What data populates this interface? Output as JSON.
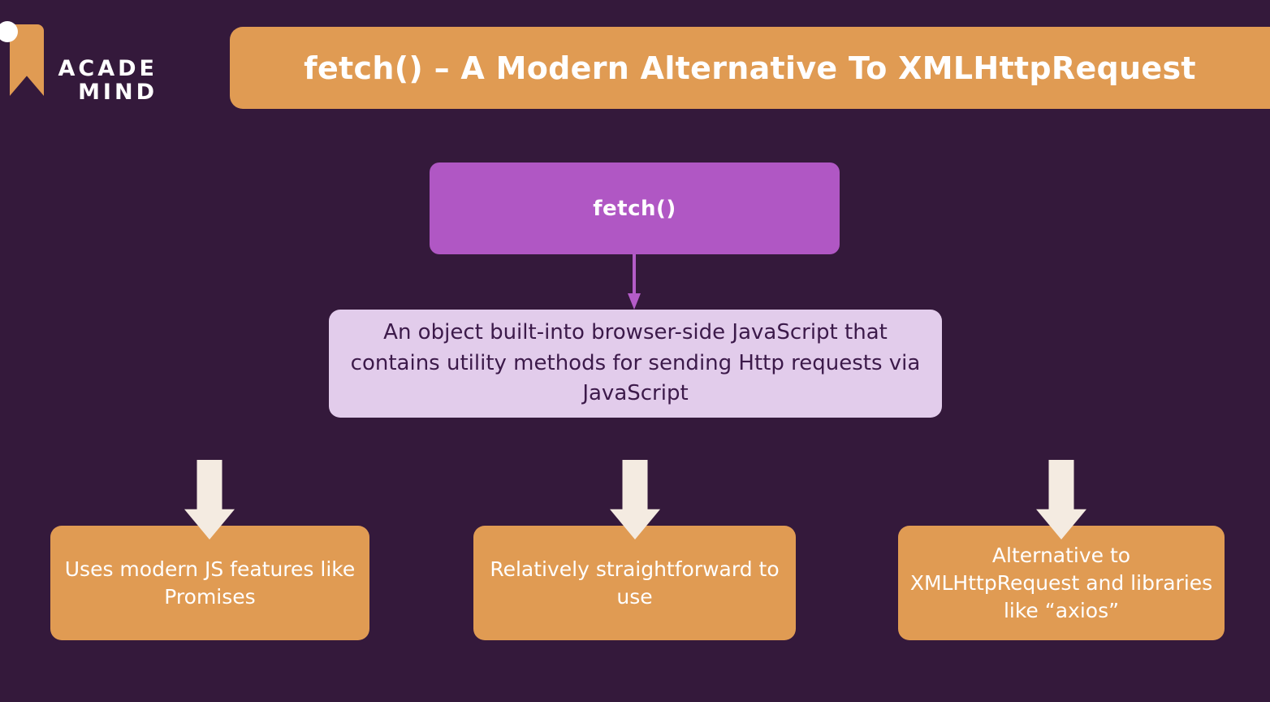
{
  "theme": {
    "background": "#34193b",
    "orange": "#e09b53",
    "purple": "#b057c4",
    "lavender": "#e2cceb",
    "cream": "#f4ebe1",
    "white": "#ffffff",
    "dark_text": "#3c1a4a"
  },
  "logo": {
    "line1": "ACADE",
    "line2": "MIND",
    "mark_icon": "bookmark-icon"
  },
  "header": {
    "title": "fetch() – A Modern Alternative To XMLHttpRequest"
  },
  "diagram": {
    "root": {
      "label": "fetch()"
    },
    "connector_icon": "down-arrow-icon",
    "description": "An object built-into browser-side JavaScript that contains utility methods for sending Http requests via JavaScript",
    "branches": [
      {
        "arrow_icon": "block-down-arrow-icon",
        "label": "Uses modern JS features like Promises"
      },
      {
        "arrow_icon": "block-down-arrow-icon",
        "label": "Relatively straightforward to use"
      },
      {
        "arrow_icon": "block-down-arrow-icon",
        "label": "Alternative to XMLHttpRequest and libraries like “axios”"
      }
    ]
  }
}
